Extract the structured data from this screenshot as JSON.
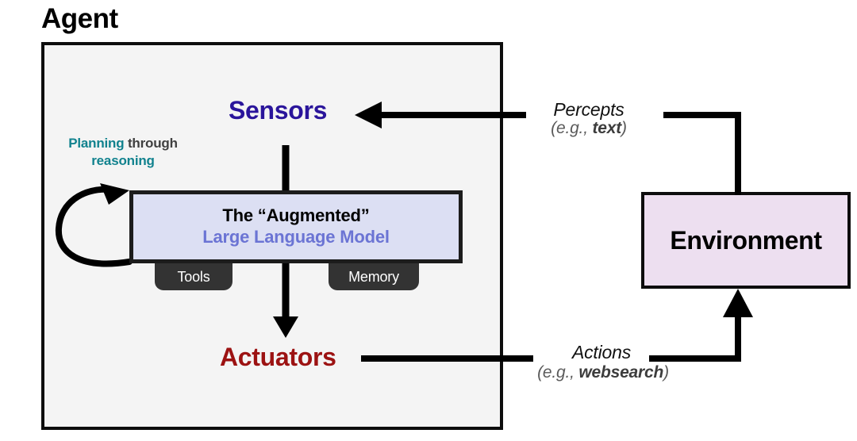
{
  "diagram": {
    "title": "Agent",
    "agent_box": {
      "background": "#f4f4f4",
      "border_color": "#0d0d0d"
    },
    "sensors": {
      "label": "Sensors",
      "color": "#2a159b"
    },
    "actuators": {
      "label": "Actuators",
      "color": "#9c1212"
    },
    "planning": {
      "word1": "Planning",
      "word2": "through",
      "word3": "reasoning",
      "accent_color": "#11828e",
      "neutral_color": "#404040"
    },
    "llm_box": {
      "line1": "The “Augmented”",
      "line2": "Large Language Model",
      "fill": "#dcdff3",
      "line1_color": "#000000",
      "line2_color": "#6b74d4"
    },
    "pills": [
      {
        "label": "Tools",
        "fill": "#333333"
      },
      {
        "label": "Memory",
        "fill": "#333333"
      }
    ],
    "environment": {
      "label": "Environment",
      "fill": "#eddff0",
      "border_color": "#0d0d0d"
    },
    "percepts": {
      "main": "Percepts",
      "sub_prefix": "(e.g., ",
      "sub_bold": "text",
      "sub_suffix": ")"
    },
    "actions": {
      "main": "Actions",
      "sub_prefix": "(e.g., ",
      "sub_bold": "websearch",
      "sub_suffix": ")"
    },
    "connectors": {
      "stroke": "#000000",
      "percepts_direction": "environment-to-sensors",
      "actions_direction": "actuators-to-environment",
      "reasoning_loop": "self-loop-on-llm"
    }
  }
}
